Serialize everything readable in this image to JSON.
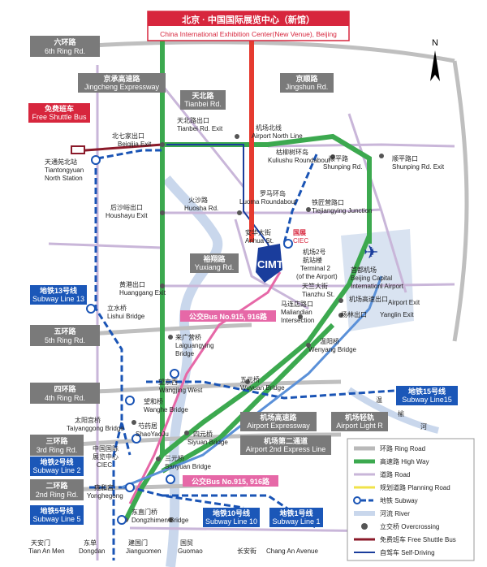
{
  "title": {
    "cn": "北京 · 中国国际展览中心（新馆）",
    "en": "China International Exhibition Center(New Venue), Beijing"
  },
  "north_label": "N",
  "ring_roads": [
    {
      "cn": "六环路",
      "en": "6th Ring Rd."
    },
    {
      "cn": "五环路",
      "en": "5th Ring Rd."
    },
    {
      "cn": "四环路",
      "en": "4th Ring Rd."
    },
    {
      "cn": "三环路",
      "en": "3rd Ring Rd."
    },
    {
      "cn": "二环路",
      "en": "2nd Ring Rd."
    }
  ],
  "highways": [
    {
      "cn": "京承高速路",
      "en": "Jingcheng Expressway"
    },
    {
      "cn": "天北路",
      "en": "Tianbei Rd."
    },
    {
      "cn": "京顺路",
      "en": "Jingshun Rd."
    },
    {
      "cn": "裕翔路",
      "en": "Yuxiang Rd."
    },
    {
      "cn": "机场高速路",
      "en": "Airport Expressway"
    },
    {
      "cn": "机场第二通道",
      "en": "Airport 2nd Express Line"
    },
    {
      "cn": "机场轻轨",
      "en": "Airport Light R"
    }
  ],
  "subways": [
    {
      "cn": "地铁13号线",
      "en": "Subway Line 13"
    },
    {
      "cn": "地铁2号线",
      "en": "Subway Line 2"
    },
    {
      "cn": "地铁5号线",
      "en": "Subway Line 5"
    },
    {
      "cn": "地铁10号线",
      "en": "Subway Line 10"
    },
    {
      "cn": "地铁1号线",
      "en": "Subway Line 1"
    },
    {
      "cn": "地铁15号线",
      "en": "Subway Line15"
    }
  ],
  "bus": {
    "label1": "公交Bus No.915, 916路",
    "label2": "公交Bus No.915, 916路"
  },
  "shuttle": {
    "cn": "免费班车",
    "en": "Free Shuttle Bus"
  },
  "places": {
    "beiqijia": {
      "cn": "北七家出口",
      "en": "Beiqijia Exit"
    },
    "tianbei_exit": {
      "cn": "天北路出口",
      "en": "Tianbei Rd. Exit"
    },
    "airport_north": {
      "cn": "机场北线",
      "en": "Airport North Line"
    },
    "kuliushu": {
      "cn": "枯柳树环岛",
      "en": "Kuliushu Roundabout"
    },
    "shunping": {
      "cn": "顺平路",
      "en": "Shunping Rd."
    },
    "shunping_exit": {
      "cn": "顺平路口",
      "en": "Shunping Rd. Exit"
    },
    "tiantongyuan": {
      "cn": "天通苑北站",
      "en1": "Tiantongyuan",
      "en2": "North Station"
    },
    "houshayu": {
      "cn": "后沙峪出口",
      "en": "Houshayu Exit"
    },
    "huosha": {
      "cn": "火沙路",
      "en": "Huosha Rd."
    },
    "luoma": {
      "cn": "罗马环岛",
      "en": "Luoma Roundabout"
    },
    "tiejiangying": {
      "cn": "铁匠营路口",
      "en": "Tiejiangying Junction"
    },
    "anhua": {
      "cn": "安华大街",
      "en": "Anhua St."
    },
    "ciec_cn": "国展",
    "ciec_en": "CIEC",
    "cimt": "CIMT",
    "terminal2": {
      "cn1": "机场2号",
      "cn2": "航站楼",
      "en1": "Terminal 2",
      "en2": "(of the Airport)"
    },
    "shoudu": {
      "cn": "首都机场",
      "en1": "Beijing Capital",
      "en2": "Internationl Airport"
    },
    "tianzhu": {
      "cn": "天竺大街",
      "en": "Tianzhu St."
    },
    "huanggang": {
      "cn": "黄港出口",
      "en": "Huanggang Exit"
    },
    "maliandian": {
      "cn": "马连店路口",
      "en1": "Maliandian",
      "en2": "Intersection"
    },
    "airport_exit": {
      "cn": "机场高速出口",
      "en": "Airport Exit"
    },
    "yanglin": {
      "cn": "杨林出口",
      "en": "Yanglin Exit"
    },
    "lishui": {
      "cn": "立水桥",
      "en": "Lishui Bridge"
    },
    "laiguangying": {
      "cn": "来广营桥",
      "en1": "Laiguangying",
      "en2": "Bridge"
    },
    "wenyang": {
      "cn": "温阳桥",
      "en": "Wenyang Bridge"
    },
    "wangjing": {
      "cn": "望京西",
      "en": "Wangjing West"
    },
    "wuyuan": {
      "cn": "五元桥",
      "en": "Wuyuan Bridge"
    },
    "wanghe": {
      "cn": "望和桥",
      "en": "Wanghe Bridge"
    },
    "taiyanggong": {
      "cn": "太阳宫桥",
      "en": "Taiyanggong Bridge"
    },
    "shaoyaoju": {
      "cn": "芍药居",
      "en": "ShaoYaoJu"
    },
    "siyuan": {
      "cn": "四元桥",
      "en": "Siyuan Bridge"
    },
    "ciec_old": {
      "cn1": "中国国际",
      "cn2": "展览中心",
      "en": "CIEC"
    },
    "sanyuan": {
      "cn": "三元桥",
      "en": "Sanyuan Bridge"
    },
    "yonghegong": {
      "cn": "雍和宫",
      "en": "Yonghegong"
    },
    "dongzhimen": {
      "cn": "东直门桥",
      "en": "Dongzhimen Bridge"
    },
    "tiananmen": {
      "cn": "天安门",
      "en": "Tian An Men"
    },
    "dongdan": {
      "cn": "东单",
      "en": "Dongdan"
    },
    "jianguomen": {
      "cn": "建国门",
      "en": "Jianguomen"
    },
    "guomao": {
      "cn": "国贸",
      "en": "Guomao"
    },
    "changan": {
      "cn": "长安街",
      "en": "Chang An Avenue"
    },
    "wen": "温",
    "yu": "榆",
    "he": "河"
  },
  "legend": [
    {
      "key": "ring",
      "label": "环路  Ring Road"
    },
    {
      "key": "highway",
      "label": "高速路  High Way"
    },
    {
      "key": "road",
      "label": "道路  Road"
    },
    {
      "key": "planning",
      "label": "规划道路  Planning Road"
    },
    {
      "key": "subway",
      "label": "地铁  Subway"
    },
    {
      "key": "river",
      "label": "河流  River"
    },
    {
      "key": "overcross",
      "label": "立交桥  Overcrossing"
    },
    {
      "key": "shuttle",
      "label": "免费班车  Free Shuttle Bus"
    },
    {
      "key": "selfdrive",
      "label": "自驾车  Self-Driving"
    }
  ],
  "colors": {
    "ring": "#b9b9b9",
    "highway": "#3ca94f",
    "road": "#c9b6d9",
    "planning": "#f0e34a",
    "subway": "#1a54b5",
    "river": "#c9d7ec",
    "shuttle": "#8b1a2a",
    "selfdrive": "#1a3d9c",
    "pink": "#e668a7",
    "red": "#d7263d"
  }
}
